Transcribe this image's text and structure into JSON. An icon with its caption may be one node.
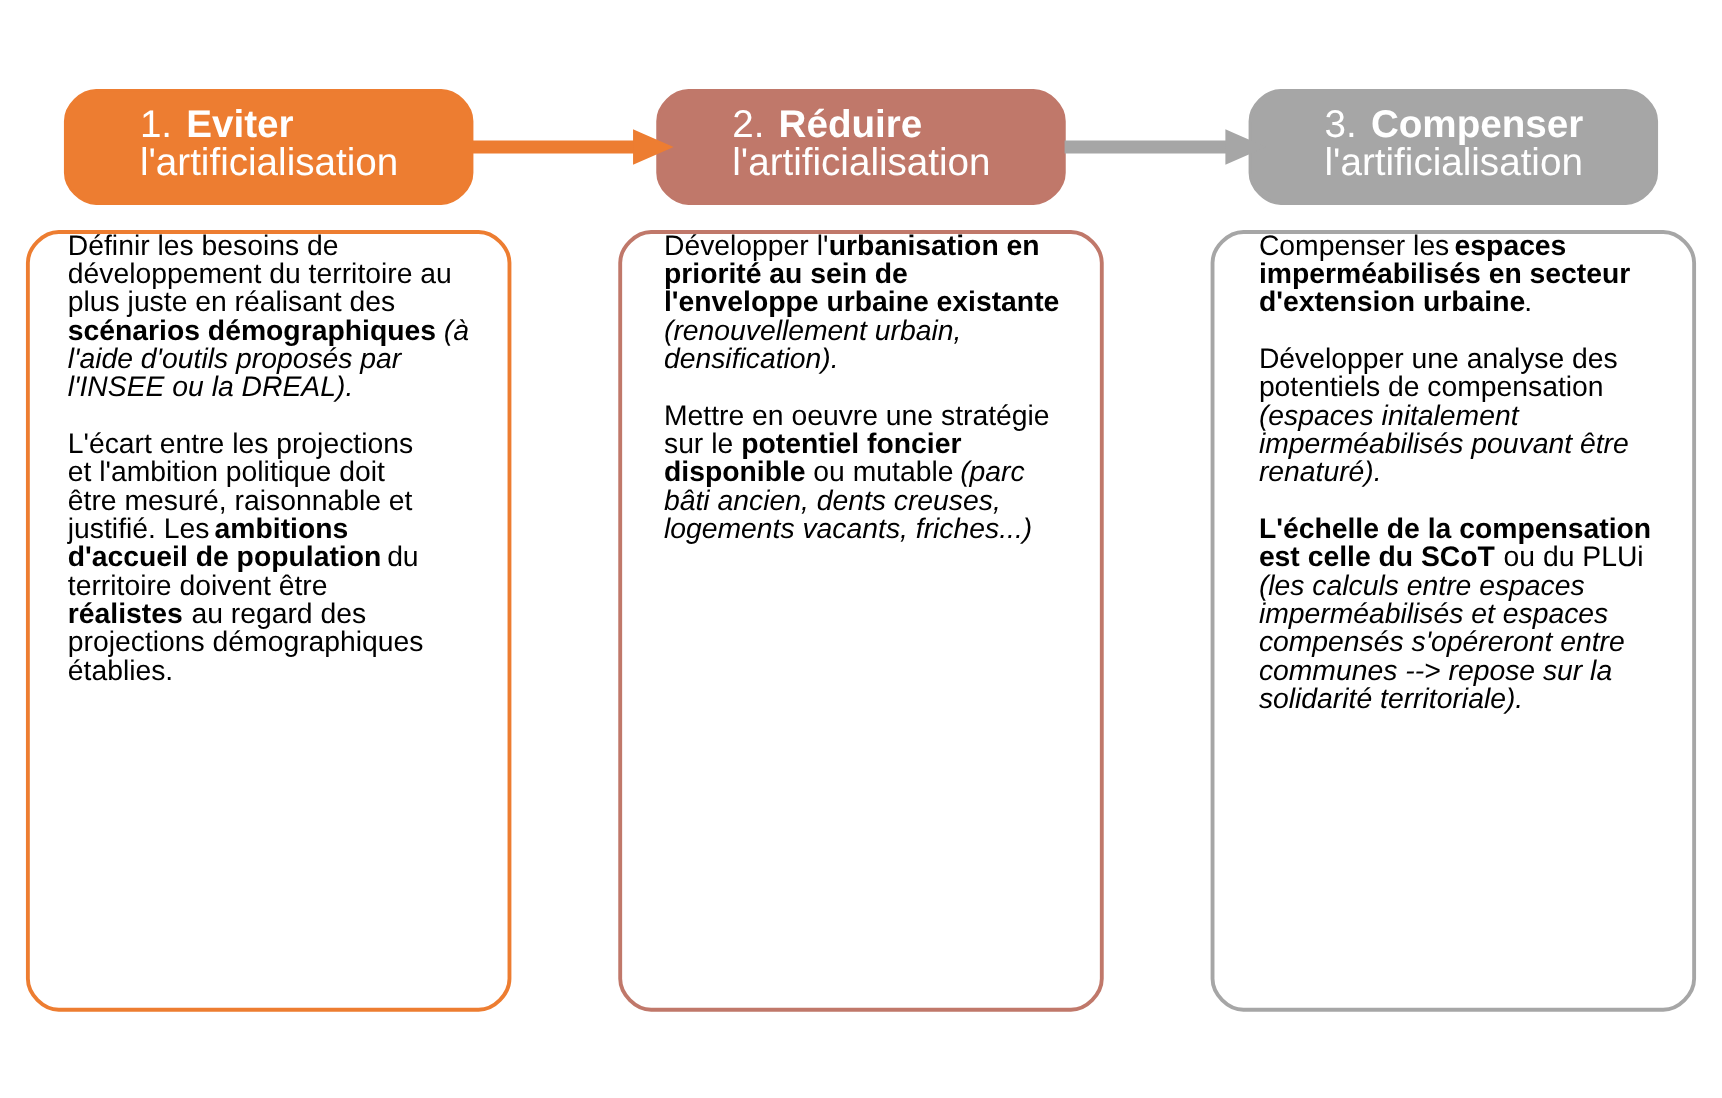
{
  "diagram": {
    "nodes": [
      {
        "text": [
          "1. **Eviter** l'artificialisation"
        ]
      },
      {
        "text": [
          "Définir les besoins de développement du territoire au plus juste en réalisant des **scénarios démographiques** *(à l'aide d'outils proposés par l'INSEE ou la DREAL).*",
          "L'écart entre les projections et l'ambition politique doit être mesuré, raisonnable et justifié. Les **ambitions d'accueil de population** du territoire doivent être **réalistes** au regard des projections démographiques établies."
        ]
      },
      {
        "text": [
          "2. **Réduire** l'artificialisation"
        ]
      },
      {
        "text": [
          "Développer l'**urbanisation en priorité au sein de l'enveloppe urbaine existante** *(renouvellement urbain, densification).*",
          "Mettre en oeuvre une stratégie sur le **potentiel foncier disponible** ou mutable *(parc bâti ancien, dents creuses, logements vacants, friches...)*"
        ]
      },
      {
        "text": [
          "3. **Compenser** l'artificialisation"
        ]
      },
      {
        "text": [
          "Compenser les **espaces imperméabilisés en secteur d'extension urbaine**.",
          "Développer une analyse des potentiels de compensation *(espaces initalement imperméabilisés pouvant être renaturé).*",
          "**L'échelle de la compensation est celle du SCoT** ou du PLUi *(les calculs entre espaces imperméabilisés et espaces compensés s'opéreront entre communes --> repose sur la solidarité territoriale).*"
        ]
      }
    ],
    "edges": [
      {
        "from": 0,
        "to": 2,
        "arrow": "to",
        "color": "#ed7d31"
      },
      {
        "from": 2,
        "to": 4,
        "arrow": "to",
        "color": "#a6a6a6"
      }
    ]
  }
}
